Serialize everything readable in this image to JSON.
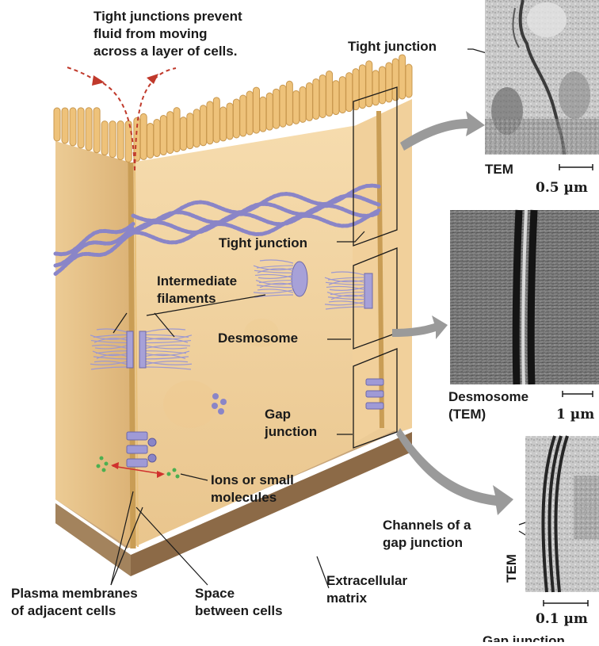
{
  "caption": {
    "tight_junctions_prevent": "Tight junctions prevent\nfluid from moving\nacross a layer of cells."
  },
  "labels": {
    "tight_junction_top": "Tight junction",
    "tight_junction_mid": "Tight junction",
    "intermediate_filaments": "Intermediate\nfilaments",
    "desmosome": "Desmosome",
    "gap_junction": "Gap\njunction",
    "ions": "Ions or small\nmolecules",
    "plasma_membranes": "Plasma membranes\nof adjacent cells",
    "space_between": "Space\nbetween cells",
    "extracellular_matrix": "Extracellular\nmatrix",
    "channels": "Channels of a\ngap junction"
  },
  "micrographs": {
    "tight": {
      "type": "TEM",
      "scale": "0.5 µm"
    },
    "desmosome": {
      "label": "Desmosome\n(TEM)",
      "scale": "1 µm"
    },
    "gap": {
      "type": "TEM",
      "scale": "0.1 µm",
      "caption_cut": "Gap junction"
    }
  },
  "colors": {
    "cytoplasm": "#f3d7a3",
    "membrane": "#d8b470",
    "microvilli": "#eec27a",
    "filament": "#8a85c7",
    "matrix": "#9c7b57",
    "arrow_gray": "#9a9a9a",
    "fluid_arrow": "#c0392b"
  }
}
